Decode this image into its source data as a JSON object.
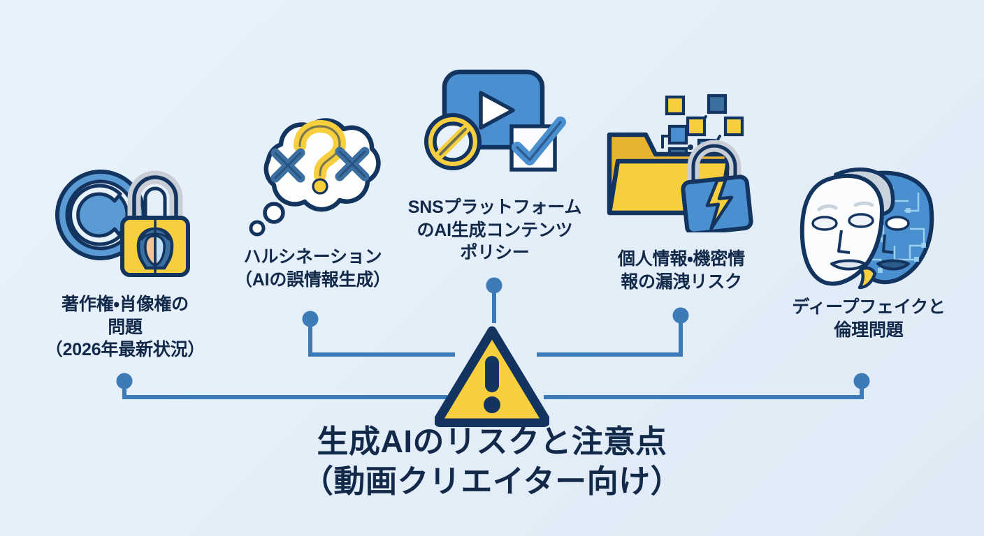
{
  "theme": {
    "background_start": "#e8f2fb",
    "background_end": "#dfeaf6",
    "text_navy": "#12294a",
    "accent_yellow": "#f7ce3e",
    "accent_blue": "#4a8fd0",
    "line_blue": "#3d7ab8",
    "outline_navy": "#12345e"
  },
  "center": {
    "icon": "warning-triangle-icon",
    "title_line1": "生成AIのリスクと注意点",
    "title_line2": "（動画クリエイター向け）"
  },
  "nodes": [
    {
      "id": "copyright",
      "icon": "copyright-portrait-lock-icon",
      "label": "著作権・肖像権の\n問題\n（2026年最新状況）"
    },
    {
      "id": "hallucination",
      "icon": "thought-cloud-question-icon",
      "label": "ハルシネーション\n（AIの誤情報生成）"
    },
    {
      "id": "sns-policy",
      "icon": "video-policy-check-icon",
      "label": "SNSプラットフォーム\nのAI生成コンテンツ\nポリシー"
    },
    {
      "id": "data-leak",
      "icon": "folder-broken-lock-icon",
      "label": "個人情報・機密情\n報の漏洩リスク"
    },
    {
      "id": "deepfake",
      "icon": "dual-mask-ai-icon",
      "label": "ディープフェイクと\n倫理問題"
    }
  ]
}
